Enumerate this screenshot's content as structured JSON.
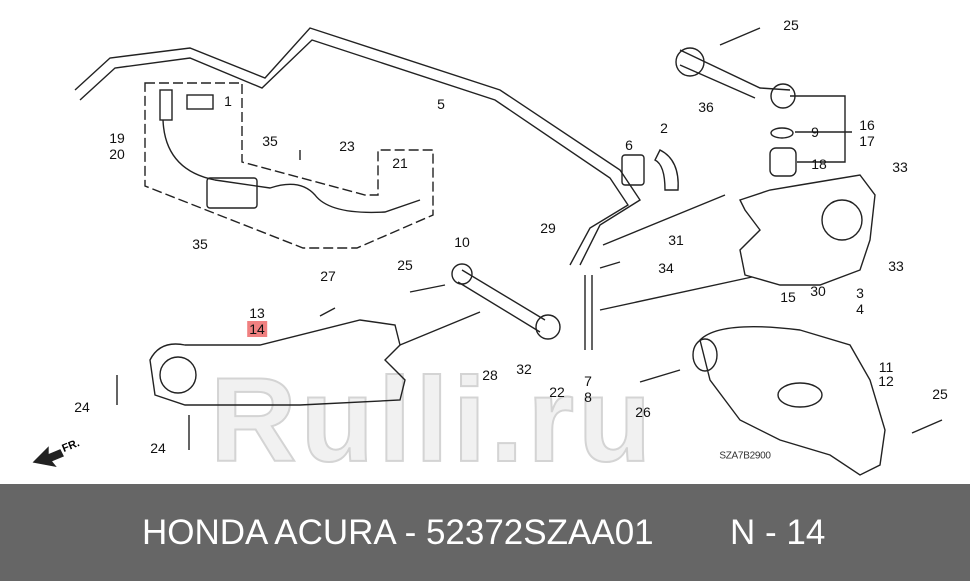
{
  "diagram": {
    "labels": [
      "1",
      "5",
      "19",
      "20",
      "35",
      "23",
      "21",
      "35",
      "25",
      "36",
      "2",
      "6",
      "16",
      "17",
      "9",
      "18",
      "33",
      "33",
      "29",
      "10",
      "31",
      "34",
      "25",
      "27",
      "13",
      "14",
      "3",
      "4",
      "15",
      "30",
      "28",
      "32",
      "22",
      "7",
      "8",
      "11",
      "12",
      "26",
      "25",
      "24",
      "24"
    ],
    "highlighted_label": "14",
    "diagram_code": "SZA7B2900",
    "front_indicator": "FR.",
    "watermark": "Rulli.ru",
    "highlight_color": "#f08080"
  },
  "footer": {
    "title": "HONDA ACURA - 52372SZAA01",
    "position": "N - 14",
    "background": "#666666"
  }
}
